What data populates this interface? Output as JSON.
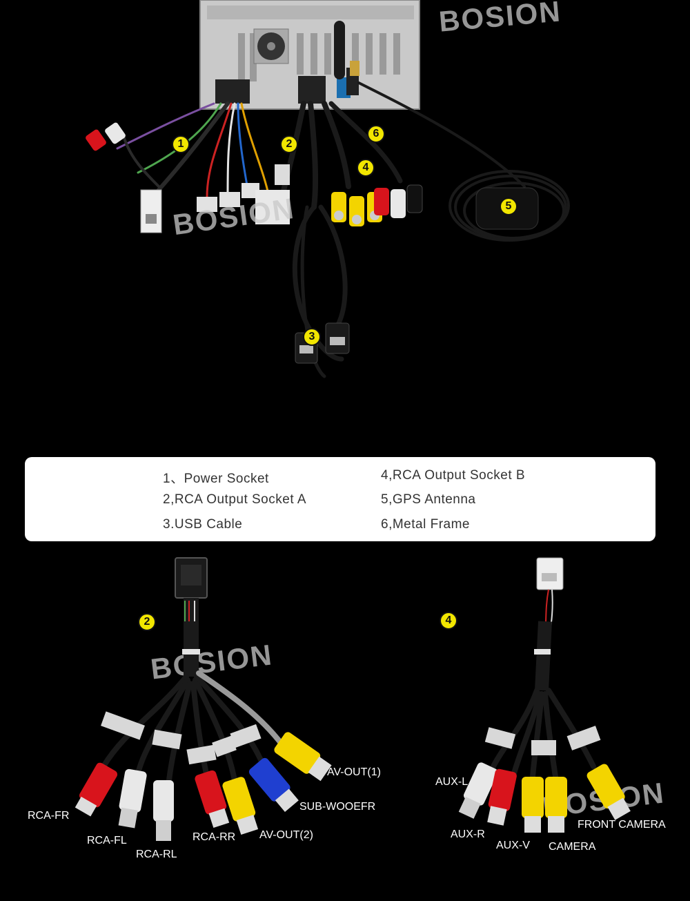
{
  "watermarks": [
    "BOSION",
    "BOSION",
    "BOSION",
    "BOSION"
  ],
  "top_badges": [
    "1",
    "2",
    "3",
    "4",
    "5",
    "6"
  ],
  "legend": {
    "items": [
      "1、Power Socket",
      "2,RCA Output Socket A",
      "3.USB Cable",
      "4,RCA Output Socket B",
      "5,GPS Antenna",
      "6,Metal Frame"
    ]
  },
  "harness_a": {
    "badge": "2",
    "labels": {
      "rca_fr": "RCA-FR",
      "rca_fl": "RCA-FL",
      "rca_rl": "RCA-RL",
      "rca_rr": "RCA-RR",
      "av_out2": "AV-OUT(2)",
      "sub": "SUB-WOOEFR",
      "av_out1": "AV-OUT(1)"
    }
  },
  "harness_b": {
    "badge": "4",
    "labels": {
      "aux_l": "AUX-L",
      "aux_r": "AUX-R",
      "aux_v": "AUX-V",
      "camera": "CAMERA",
      "front_camera": "FRONT CAMERA"
    }
  },
  "colors": {
    "red": "#d8141c",
    "white": "#e8e8e8",
    "yellow": "#f3d400",
    "blue": "#1f3fd0",
    "badge": "#f2e600"
  }
}
